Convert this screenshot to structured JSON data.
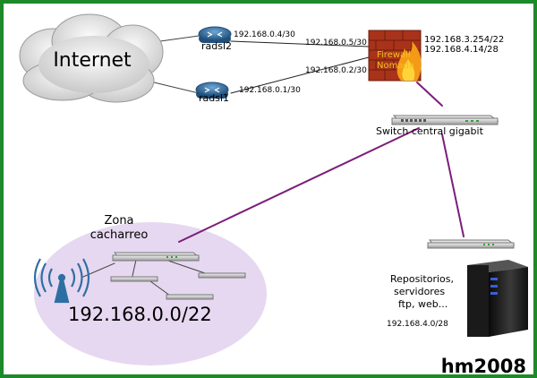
{
  "internet": {
    "label": "Internet"
  },
  "routers": [
    {
      "name": "radsl2",
      "ip": "192.168.0.4/30"
    },
    {
      "name": "radsl1",
      "ip": "192.168.0.1/30"
    }
  ],
  "firewall": {
    "line1": "Firewall",
    "line2": "Nomada",
    "link_ip_1": "192.168.0.5/30",
    "link_ip_2": "192.168.0.2/30",
    "lan_ip_1": "192.168.3.254/22",
    "lan_ip_2": "192.168.4.14/28"
  },
  "switch_central": {
    "label": "Switch central gigabit"
  },
  "zona": {
    "line1": "Zona",
    "line2": "cacharreo",
    "network": "192.168.0.0/22"
  },
  "servers": {
    "line1": "Repositorios,",
    "line2": "servidores",
    "line3": "ftp, web...",
    "network": "192.168.4.0/28"
  },
  "footer": {
    "credit": "hm2008"
  },
  "colors": {
    "border": "#1d8a2a",
    "link": "#7b1e7a",
    "zone": "#e6d8f0",
    "router": "#2e6fa3",
    "firewall": "#b23a1c"
  }
}
